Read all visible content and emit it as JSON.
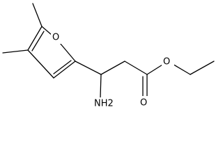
{
  "molecule": {
    "atoms": {
      "ring_oxygen": "O",
      "amino": "NH2",
      "carbonyl_oxygen": "O",
      "ester_oxygen": "O"
    }
  }
}
